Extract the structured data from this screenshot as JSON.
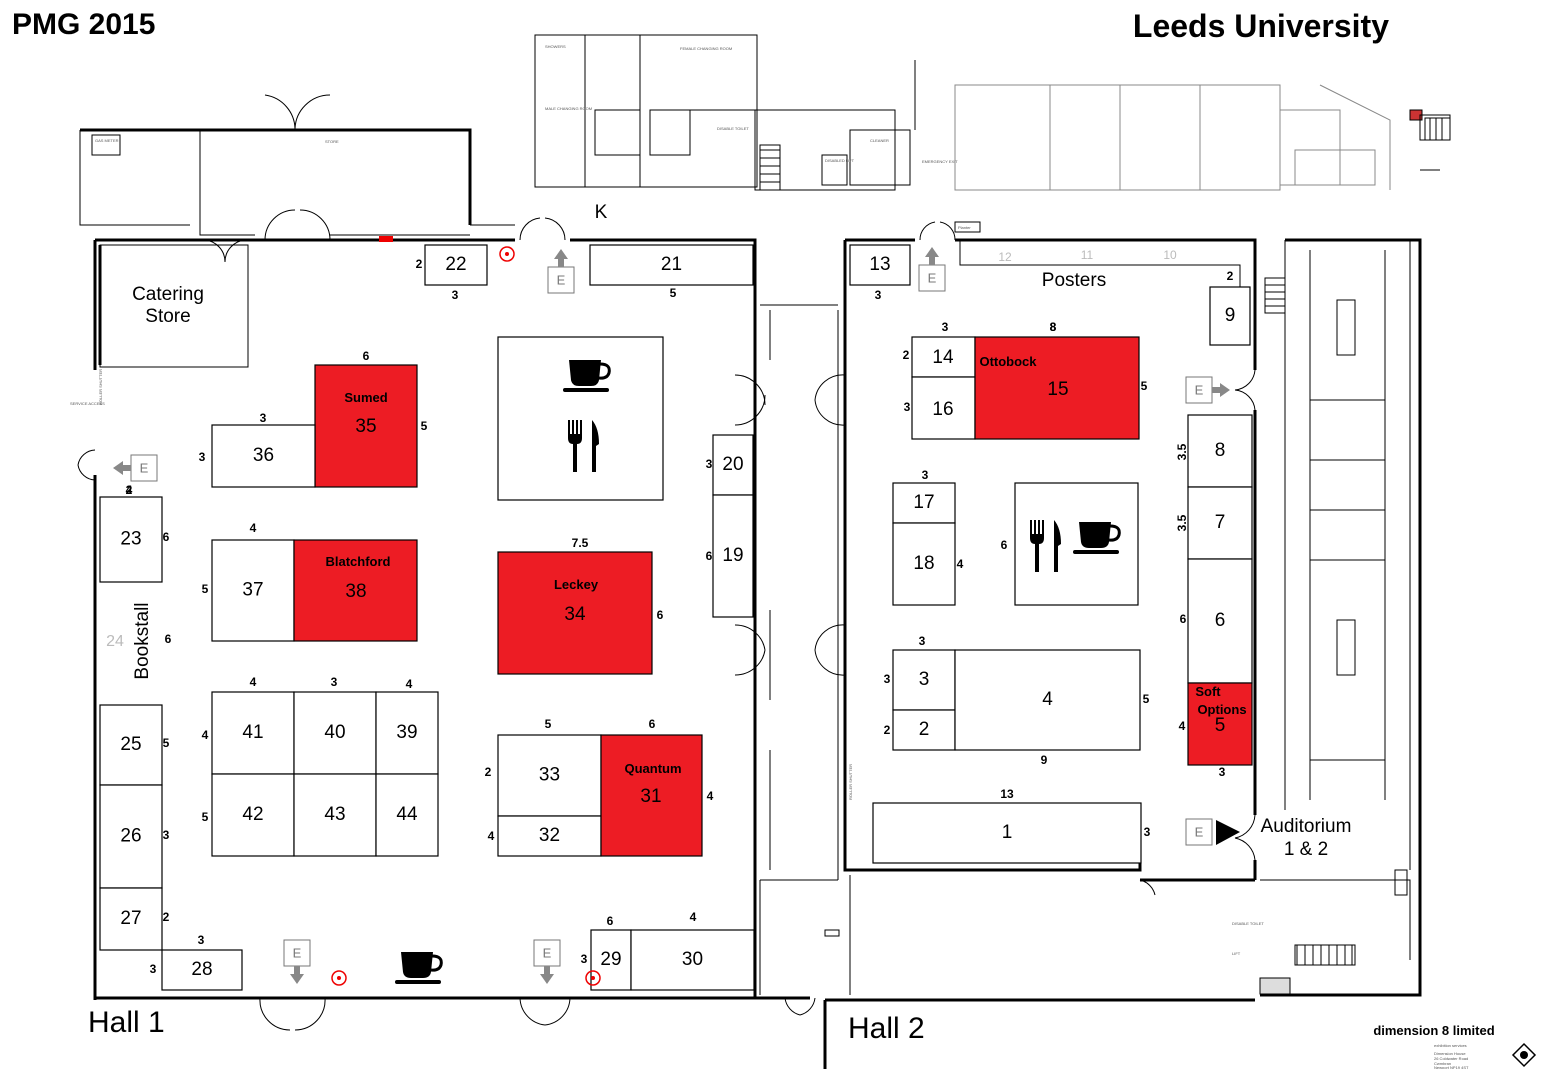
{
  "header": {
    "event": "PMG 2015",
    "venue": "Leeds University"
  },
  "halls": {
    "hall1": "Hall 1",
    "hall2": "Hall 2"
  },
  "areas": {
    "catering_store_line1": "Catering",
    "catering_store_line2": "Store",
    "posters": "Posters",
    "bookstall": "Bookstall",
    "auditorium_line1": "Auditorium",
    "auditorium_line2": "1 & 2",
    "kitchen_mark": "K",
    "exit_label": "E"
  },
  "legend_colors": {
    "sponsor_booth": "#ed1c24",
    "standard_booth": "#ffffff"
  },
  "booths": [
    {
      "id": "22"
    },
    {
      "id": "21"
    },
    {
      "id": "13"
    },
    {
      "id": "9"
    },
    {
      "id": "35",
      "name": "Sumed",
      "sponsor": true
    },
    {
      "id": "36"
    },
    {
      "id": "23"
    },
    {
      "id": "37"
    },
    {
      "id": "38",
      "name": "Blatchford",
      "sponsor": true
    },
    {
      "id": "34",
      "name": "Leckey",
      "sponsor": true
    },
    {
      "id": "20"
    },
    {
      "id": "19"
    },
    {
      "id": "14"
    },
    {
      "id": "16"
    },
    {
      "id": "15",
      "name": "Ottobock",
      "sponsor": true
    },
    {
      "id": "8"
    },
    {
      "id": "7"
    },
    {
      "id": "6"
    },
    {
      "id": "5",
      "name": "Soft Options",
      "sponsor": true
    },
    {
      "id": "17"
    },
    {
      "id": "18"
    },
    {
      "id": "3"
    },
    {
      "id": "2"
    },
    {
      "id": "4"
    },
    {
      "id": "1"
    },
    {
      "id": "41"
    },
    {
      "id": "40"
    },
    {
      "id": "39"
    },
    {
      "id": "42"
    },
    {
      "id": "43"
    },
    {
      "id": "44"
    },
    {
      "id": "33"
    },
    {
      "id": "32"
    },
    {
      "id": "31",
      "name": "Quantum",
      "sponsor": true
    },
    {
      "id": "25"
    },
    {
      "id": "26"
    },
    {
      "id": "27"
    },
    {
      "id": "28"
    },
    {
      "id": "29"
    },
    {
      "id": "30"
    }
  ],
  "ghost_booths": [
    "24",
    "12",
    "11",
    "10"
  ],
  "dimensions": [
    "2",
    "3",
    "3",
    "8",
    "2",
    "5",
    "6",
    "5",
    "3",
    "3",
    "4",
    "6",
    "5",
    "6",
    "7.5",
    "6",
    "3",
    "6",
    "3",
    "8",
    "2",
    "3",
    "5",
    "3",
    "3",
    "3.5",
    "3.5",
    "6",
    "4",
    "3",
    "6",
    "4",
    "4",
    "4",
    "3",
    "4",
    "4",
    "5",
    "5",
    "6",
    "4",
    "2",
    "4",
    "5",
    "3",
    "2",
    "3",
    "3",
    "5",
    "9",
    "13",
    "3",
    "2",
    "6",
    "4",
    "3",
    "3",
    "2"
  ],
  "company": {
    "name": "dimension 8 limited",
    "tagline": "exhibition services",
    "line1": "Dimension House",
    "line2": "26 Coldwater Road",
    "line3": "Cwmbran",
    "line4": "Newport NP19 4ST"
  },
  "tiny_room_labels": [
    "GAS METER",
    "STORE",
    "SHOWERS",
    "FEMALE CHANGING ROOM",
    "MALE CHANGING ROOM",
    "DISABLE TOILET",
    "CLEANER",
    "DISABLED LIFT",
    "EMERGENCY EXIT",
    "SERVICE ACCESS",
    "ROLLER SHUTTER",
    "ROLLER SHUTTER",
    "Planter",
    "LIFT",
    "DISABLE TOILET"
  ]
}
